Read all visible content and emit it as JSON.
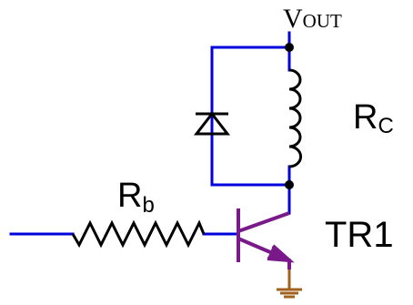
{
  "labels": {
    "vout_main": "V",
    "vout_sub": "OUT",
    "rc_main": "R",
    "rc_sub": "C",
    "rb_main": "R",
    "rb_sub": "b",
    "transistor": "TR1"
  },
  "colors": {
    "wire": "#0000dd",
    "transistor": "#7a1a8a",
    "ground": "#a0601e",
    "component": "#000000"
  }
}
